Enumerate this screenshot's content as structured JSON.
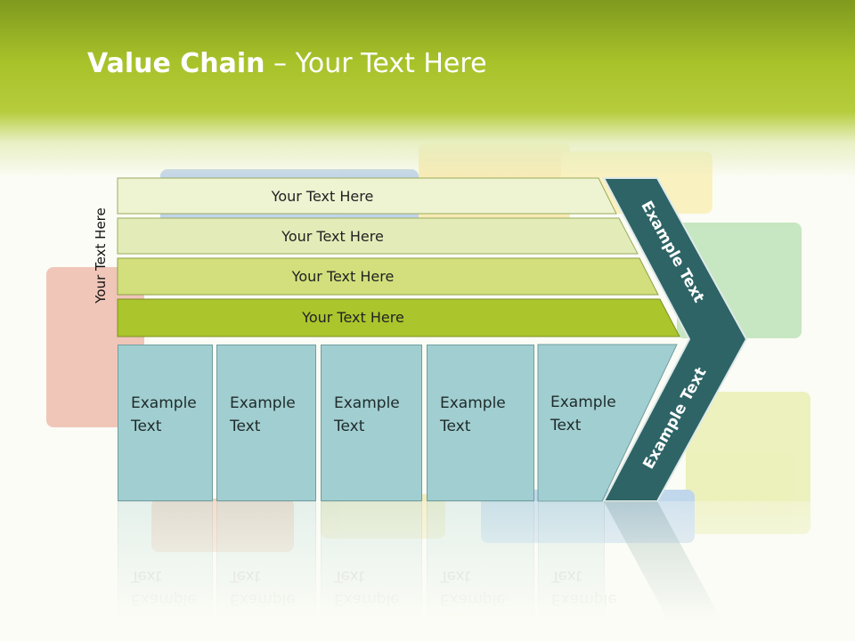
{
  "title": {
    "bold": "Value Chain",
    "rest": " – Your Text Here"
  },
  "side_label": "Your Text Here",
  "rows": [
    {
      "label": "Your Text Here",
      "color": "#eef3d2"
    },
    {
      "label": "Your Text Here",
      "color": "#e3ecb8"
    },
    {
      "label": "Your Text Here",
      "color": "#d2df7c"
    },
    {
      "label": "Your Text Here",
      "color": "#abc52d"
    }
  ],
  "columns": [
    {
      "line1": "Example",
      "line2": "Text"
    },
    {
      "line1": "Example",
      "line2": "Text"
    },
    {
      "line1": "Example",
      "line2": "Text"
    },
    {
      "line1": "Example",
      "line2": "Text"
    },
    {
      "line1": "Example",
      "line2": "Text"
    }
  ],
  "chevron": {
    "top_label": "Example Text",
    "bottom_label": "Example Text",
    "color": "#2e6466"
  }
}
